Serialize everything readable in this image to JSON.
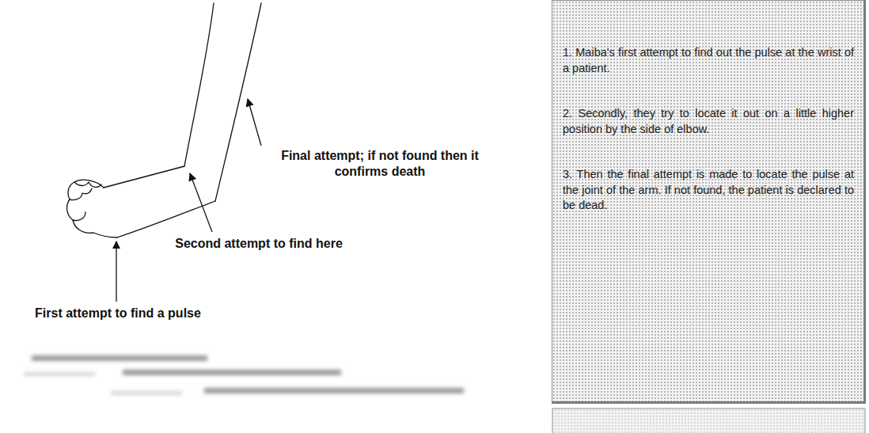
{
  "diagram": {
    "nodes": [
      {
        "text": [
          "1. Maiba's first attempt to find out the pulse at the wrist of a patient.",
          "2. Secondly, they try to locate it out on a little higher position by the side of elbow.",
          "3. Then the final attempt is made to locate the pulse at the joint of the arm. If not found, the patient is declared to be dead."
        ]
      }
    ],
    "labels": [
      "Final attempt; if not found then it confirms death",
      "Second attempt to find here",
      "First attempt to find a pulse"
    ]
  }
}
